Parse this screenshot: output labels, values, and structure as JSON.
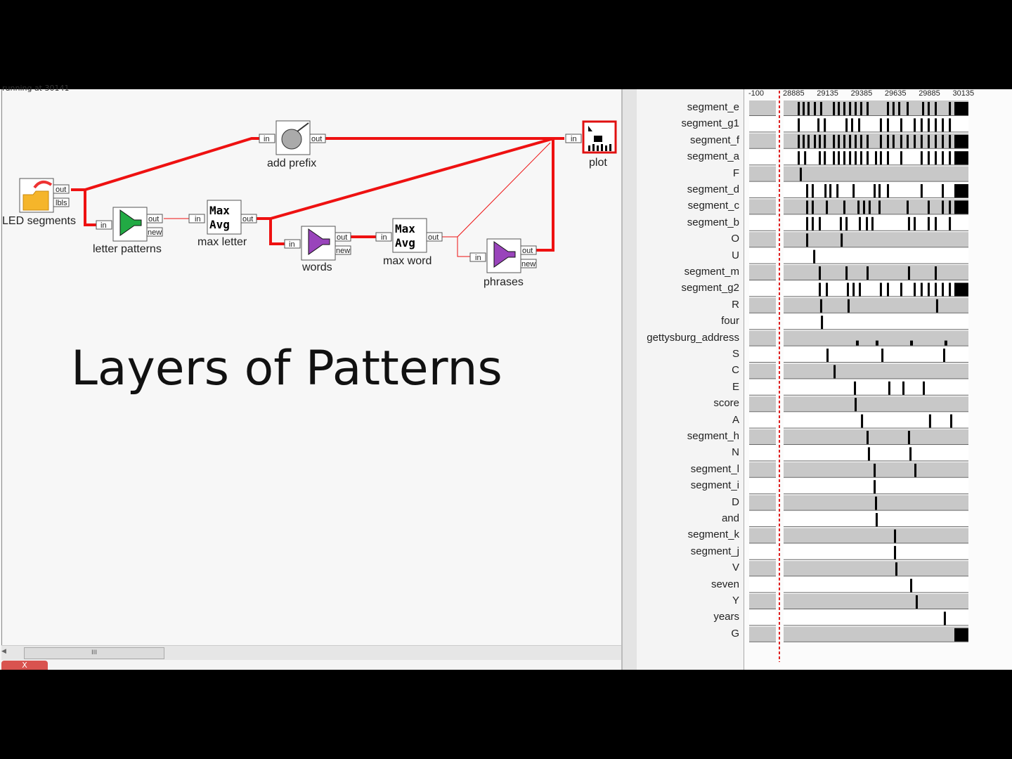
{
  "status_text": "running at 30141",
  "title": "Layers of Patterns",
  "nodes": {
    "led_segments": "LED segments",
    "add_prefix": "add prefix",
    "letter_patterns": "letter patterns",
    "max_letter": "max letter",
    "words": "words",
    "max_word": "max word",
    "phrases": "phrases",
    "plot": "plot"
  },
  "ports": {
    "in": "in",
    "out": "out",
    "lbls": "lbls",
    "new": "new"
  },
  "maxavg": {
    "line1": "Max",
    "line2": "Avg"
  },
  "scroll_thumb": "III",
  "close_tab": "X",
  "colors": {
    "wire": "#ee1111",
    "selection": "#e01010",
    "row_gray": "#c8c8c8",
    "event": "#000000",
    "cursor": "#e02020"
  },
  "plot": {
    "left_tick": "-100",
    "ticks": [
      "28885",
      "29135",
      "29385",
      "29635",
      "29885",
      "30135"
    ],
    "rows": [
      {
        "label": "segment_e",
        "marks": [
          28906,
          28942,
          28978,
          29025,
          29071,
          29165,
          29201,
          29242,
          29284,
          29325,
          29366,
          29413,
          29563,
          29604,
          29646,
          29708,
          29822,
          29863,
          29915,
          30019
        ],
        "blocks": [
          [
            30060,
            30163
          ]
        ]
      },
      {
        "label": "segment_g1",
        "marks": [
          28906,
          29051,
          29098,
          29258,
          29299,
          29351,
          29511,
          29563,
          29661,
          29760,
          29811,
          29863,
          29915,
          29967,
          30019
        ],
        "blocks": []
      },
      {
        "label": "segment_f",
        "marks": [
          28906,
          28942,
          28978,
          29025,
          29061,
          29098,
          29165,
          29201,
          29242,
          29284,
          29325,
          29366,
          29413,
          29511,
          29563,
          29604,
          29661,
          29708,
          29760,
          29811,
          29863,
          29915,
          29967,
          30019
        ],
        "blocks": [
          [
            30060,
            30163
          ]
        ]
      },
      {
        "label": "segment_a",
        "marks": [
          28906,
          28953,
          29061,
          29098,
          29165,
          29201,
          29242,
          29284,
          29325,
          29366,
          29413,
          29475,
          29511,
          29563,
          29661,
          29811,
          29863,
          29915,
          29967,
          30019
        ],
        "blocks": [
          [
            30060,
            30163
          ]
        ]
      },
      {
        "label": "F",
        "marks": [
          28921
        ],
        "blocks": []
      },
      {
        "label": "segment_d",
        "marks": [
          28968,
          29009,
          29103,
          29139,
          29191,
          29310,
          29465,
          29501,
          29563,
          29811,
          29967
        ],
        "blocks": [
          [
            30060,
            30163
          ]
        ]
      },
      {
        "label": "segment_c",
        "marks": [
          28968,
          29009,
          29113,
          29242,
          29346,
          29387,
          29428,
          29501,
          29708,
          29863,
          29967,
          30019
        ],
        "blocks": [
          [
            30060,
            30163
          ]
        ]
      },
      {
        "label": "segment_b",
        "marks": [
          28968,
          29009,
          29061,
          29216,
          29258,
          29356,
          29408,
          29449,
          29718,
          29760,
          29863,
          29915,
          30019
        ],
        "blocks": []
      },
      {
        "label": "O",
        "marks": [
          28968,
          29222
        ],
        "blocks": []
      },
      {
        "label": "U",
        "marks": [
          29020
        ],
        "blocks": []
      },
      {
        "label": "segment_m",
        "marks": [
          29061,
          29258,
          29413,
          29718,
          29915
        ],
        "blocks": []
      },
      {
        "label": "segment_g2",
        "marks": [
          29061,
          29113,
          29268,
          29310,
          29356,
          29511,
          29563,
          29661,
          29760,
          29811,
          29863,
          29915,
          29967,
          30019
        ],
        "blocks": [
          [
            30060,
            30163
          ]
        ]
      },
      {
        "label": "R",
        "marks": [
          29071,
          29273,
          29925
        ],
        "blocks": []
      },
      {
        "label": "four",
        "marks": [
          29077
        ],
        "blocks": []
      },
      {
        "label": "gettysburg_address",
        "marks": [
          29335,
          29480,
          29734,
          29987
        ],
        "blocks": []
      },
      {
        "label": "S",
        "marks": [
          29118,
          29522,
          29977
        ],
        "blocks": []
      },
      {
        "label": "C",
        "marks": [
          29170
        ],
        "blocks": []
      },
      {
        "label": "E",
        "marks": [
          29320,
          29573,
          29677,
          29827
        ],
        "blocks": []
      },
      {
        "label": "score",
        "marks": [
          29325
        ],
        "blocks": []
      },
      {
        "label": "A",
        "marks": [
          29372,
          29873,
          30029
        ],
        "blocks": []
      },
      {
        "label": "segment_h",
        "marks": [
          29413,
          29718
        ],
        "blocks": []
      },
      {
        "label": "N",
        "marks": [
          29423,
          29729
        ],
        "blocks": []
      },
      {
        "label": "segment_l",
        "marks": [
          29465,
          29765
        ],
        "blocks": []
      },
      {
        "label": "segment_i",
        "marks": [
          29465
        ],
        "blocks": []
      },
      {
        "label": "D",
        "marks": [
          29475
        ],
        "blocks": []
      },
      {
        "label": "and",
        "marks": [
          29480
        ],
        "blocks": []
      },
      {
        "label": "segment_k",
        "marks": [
          29615
        ],
        "blocks": []
      },
      {
        "label": "segment_j",
        "marks": [
          29615
        ],
        "blocks": []
      },
      {
        "label": "V",
        "marks": [
          29625
        ],
        "blocks": []
      },
      {
        "label": "seven",
        "marks": [
          29734
        ],
        "blocks": []
      },
      {
        "label": "Y",
        "marks": [
          29775
        ],
        "blocks": []
      },
      {
        "label": "years",
        "marks": [
          29982
        ],
        "blocks": []
      },
      {
        "label": "G",
        "marks": [],
        "blocks": [
          [
            30060,
            30163
          ]
        ]
      }
    ]
  }
}
